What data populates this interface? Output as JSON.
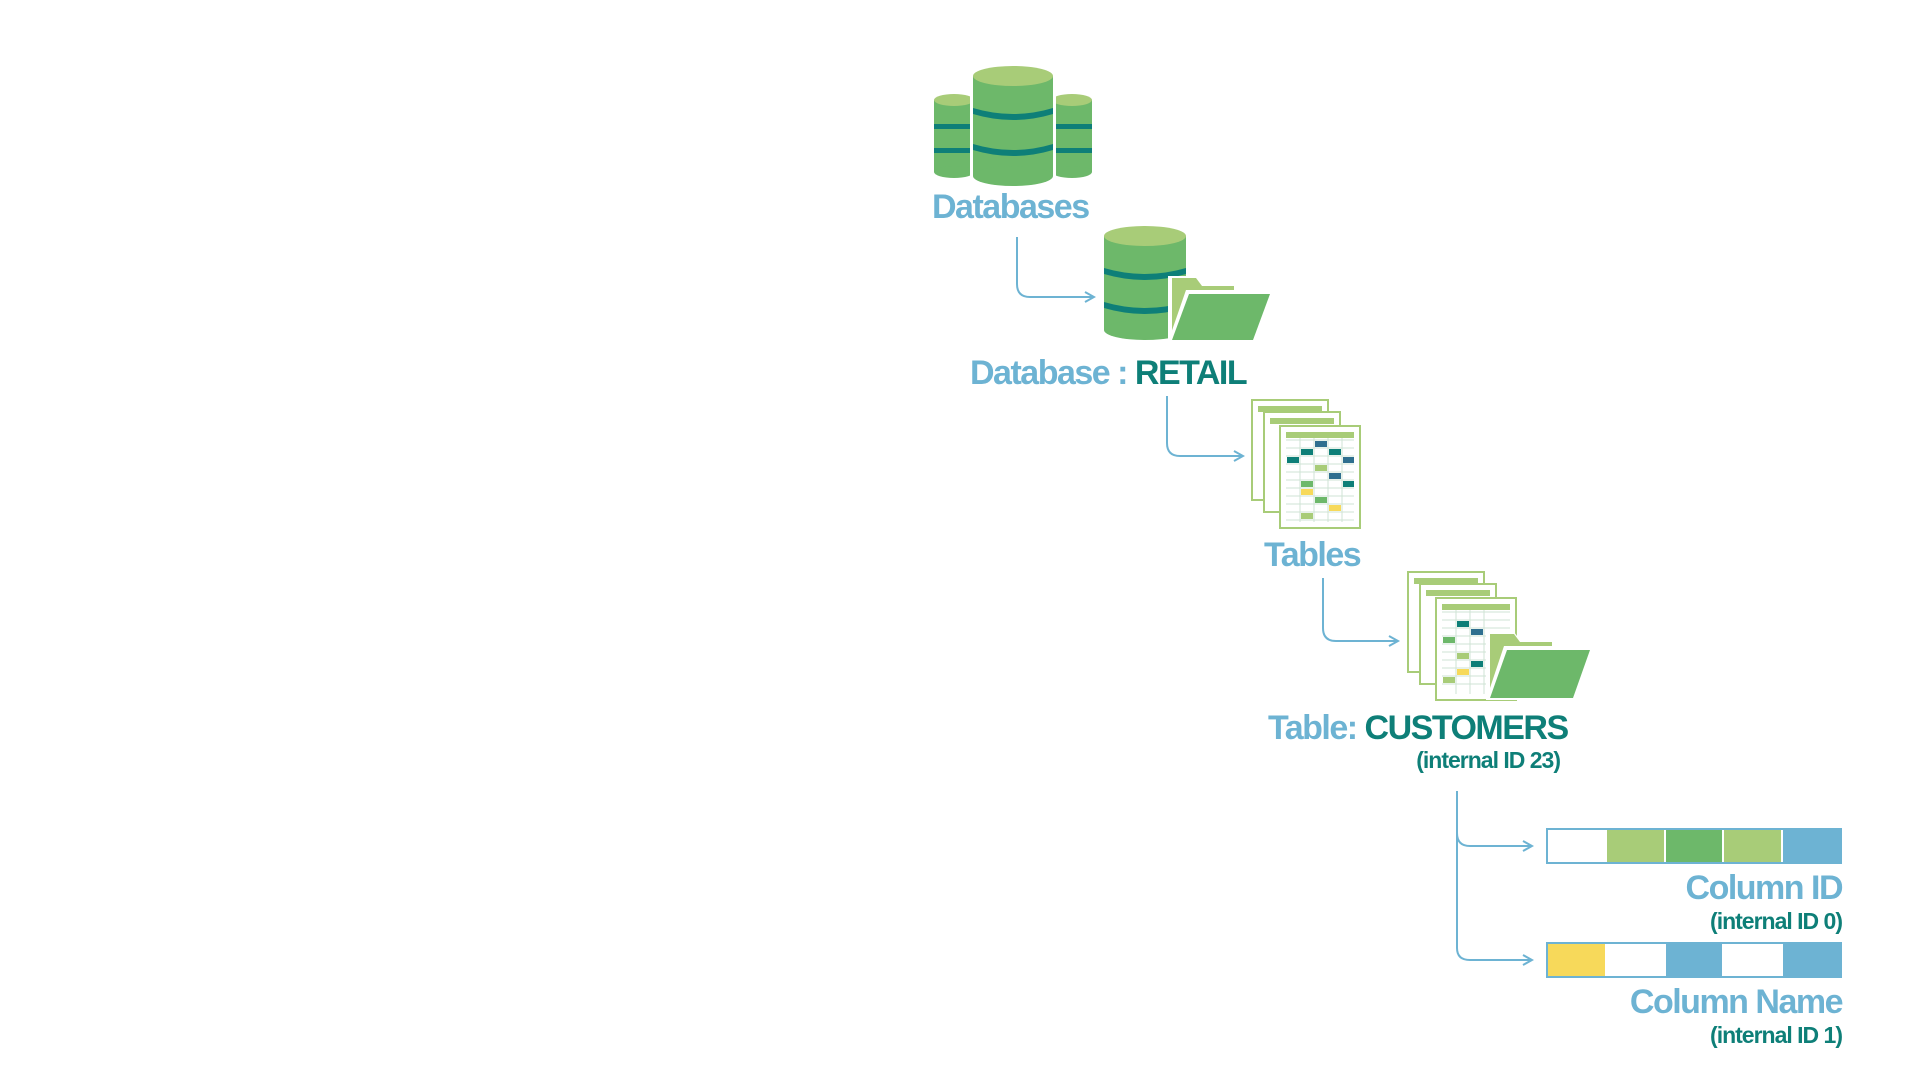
{
  "nodes": {
    "databases": {
      "label": "Databases",
      "icon": "databases-icon"
    },
    "database": {
      "prefix": "Database : ",
      "name": "RETAIL",
      "icon": "database-folder-icon"
    },
    "tables": {
      "label": "Tables",
      "icon": "tables-icon"
    },
    "table": {
      "prefix": "Table: ",
      "name": "CUSTOMERS",
      "note": "(internal ID 23)",
      "icon": "table-folder-icon"
    },
    "column_id": {
      "label": "Column ID",
      "note": "(internal ID 0)",
      "cells": [
        "#ffffff",
        "#a8cc78",
        "#6db86a",
        "#a8cc78",
        "#6db3d3"
      ]
    },
    "column_name": {
      "label": "Column Name",
      "note": "(internal ID 1)",
      "cells": [
        "#f7d95a",
        "#ffffff",
        "#6db3d3",
        "#ffffff",
        "#6db3d3"
      ]
    }
  },
  "colors": {
    "label_blue": "#6db3d3",
    "label_teal": "#0e7f78",
    "db_green": "#6db86a",
    "db_light_green": "#a8cc78",
    "db_band": "#0e7f78",
    "arrow": "#6db3d3"
  }
}
